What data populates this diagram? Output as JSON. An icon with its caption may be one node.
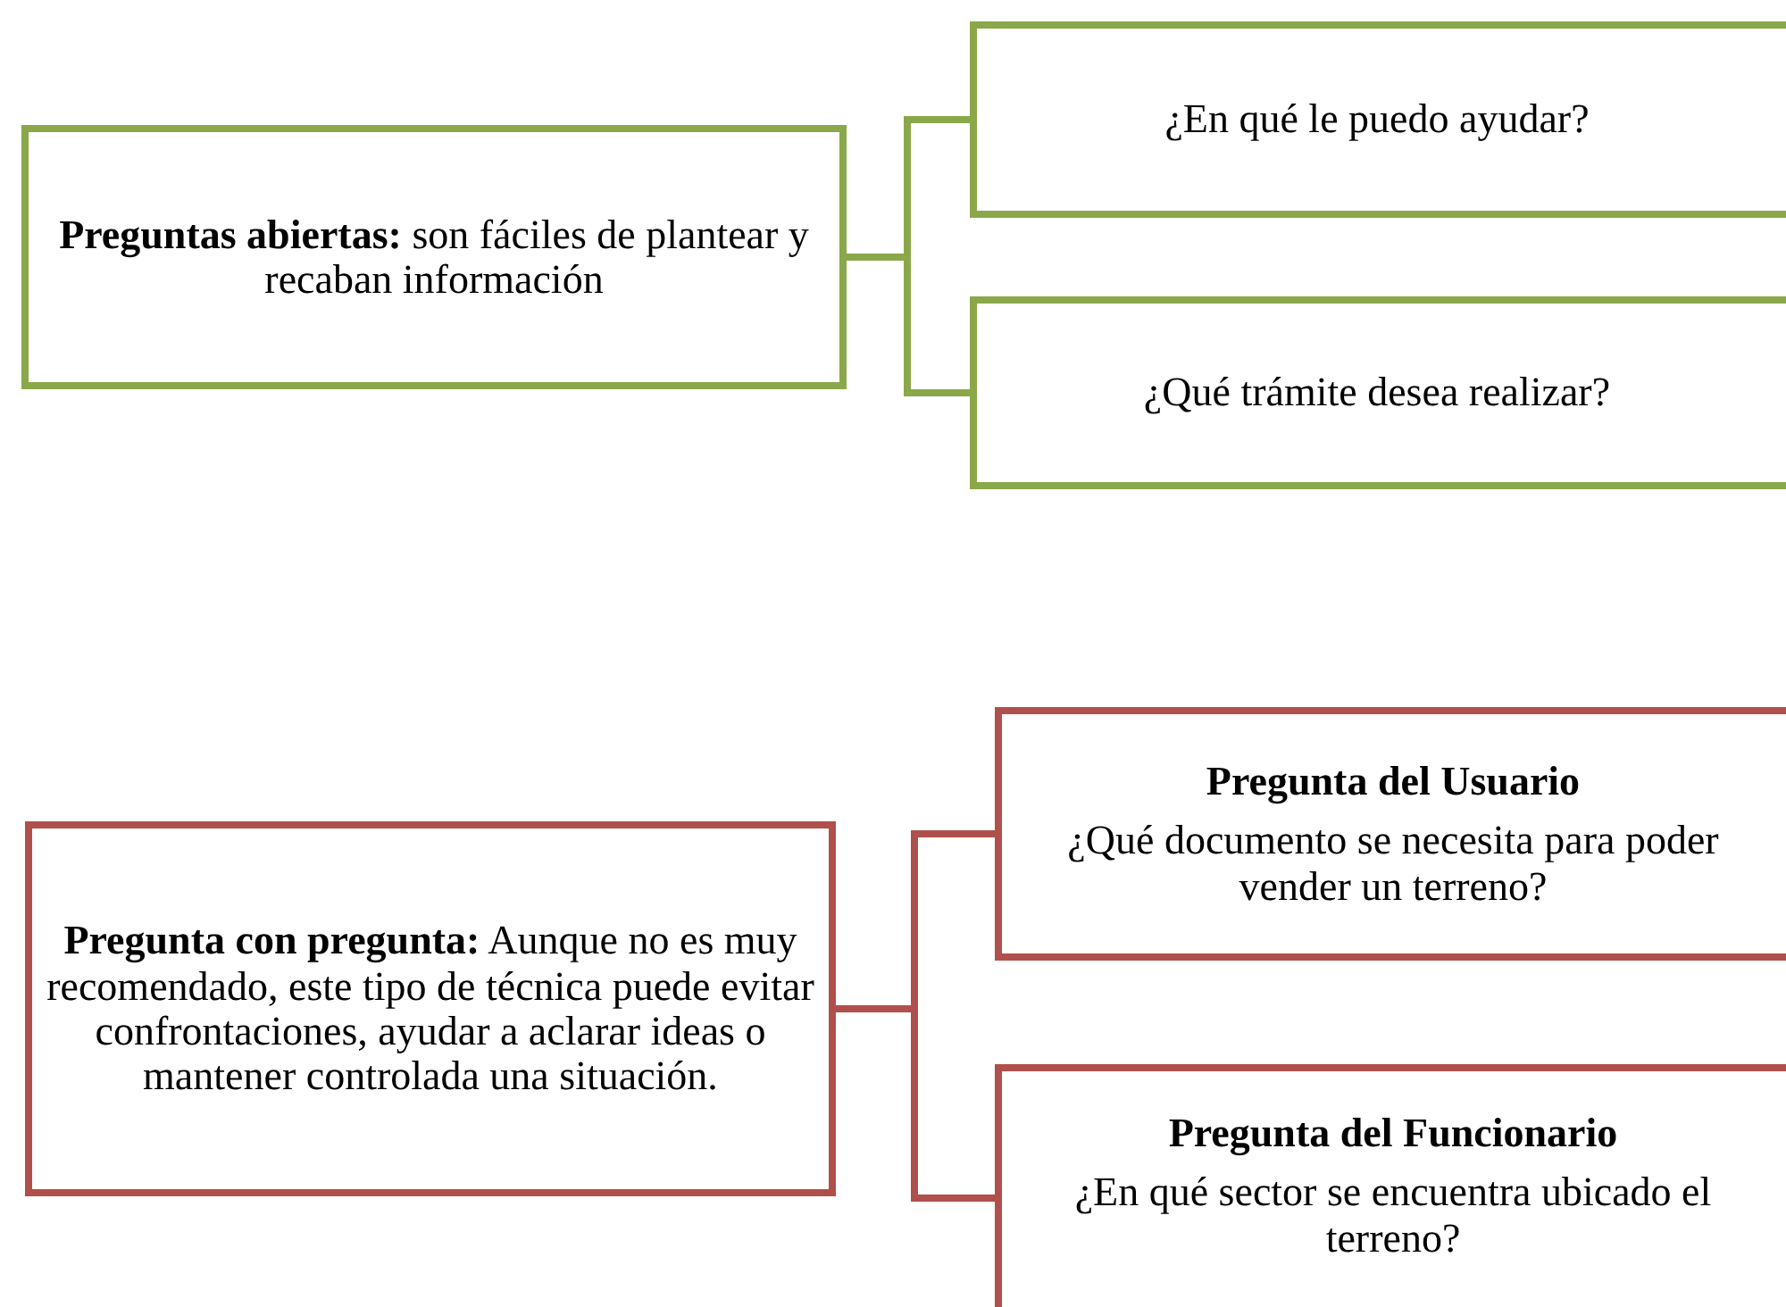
{
  "diagram": {
    "nodes": [
      {
        "text": [
          "**Preguntas abiertas:** son fáciles de plantear y recaban información"
        ]
      },
      {
        "text": [
          "¿En qué le puedo ayudar?"
        ]
      },
      {
        "text": [
          "¿Qué trámite desea realizar?"
        ]
      },
      {
        "text": [
          "**Pregunta con pregunta:** Aunque no es muy recomendado, este tipo de técnica puede evitar confrontaciones, ayudar a aclarar ideas o mantener controlada una situación."
        ]
      },
      {
        "text": [
          "Pregunta del Usuario",
          "¿Qué documento se necesita para poder vender un terreno?"
        ]
      },
      {
        "text": [
          "Pregunta del Funcionario",
          "¿En qué sector se encuentra ubicado el terreno?"
        ]
      }
    ],
    "edges": [
      {
        "from": 0,
        "to": 1,
        "arrow": "none",
        "color": "#8aa84a"
      },
      {
        "from": 0,
        "to": 2,
        "arrow": "none",
        "color": "#8aa84a"
      },
      {
        "from": 3,
        "to": 4,
        "arrow": "none",
        "color": "#b0504c"
      },
      {
        "from": 3,
        "to": 5,
        "arrow": "none",
        "color": "#b0504c"
      }
    ]
  }
}
